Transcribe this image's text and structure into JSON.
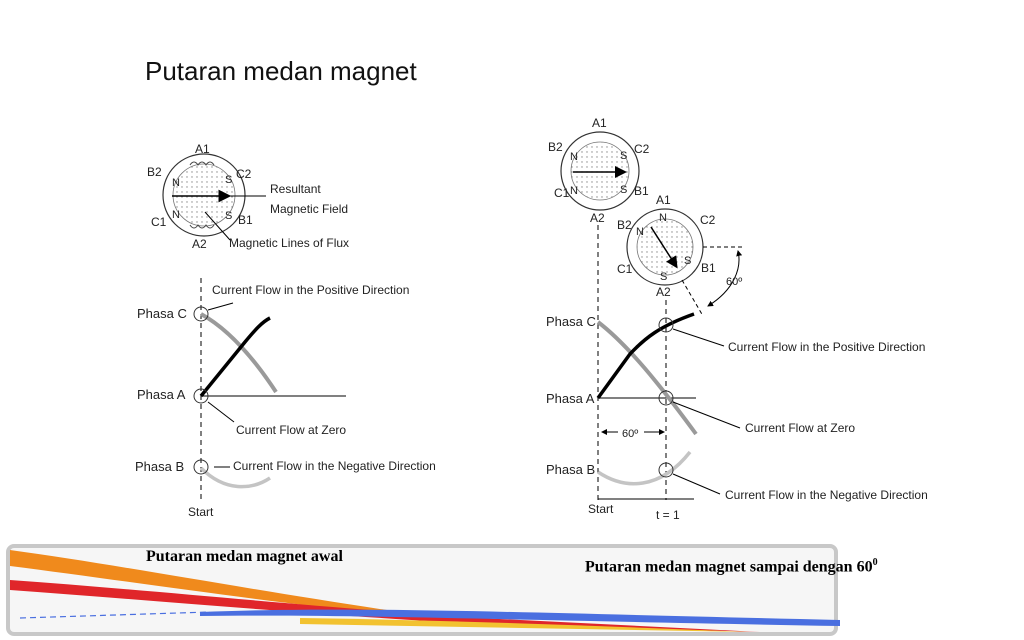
{
  "slide": {
    "title": "Putaran medan magnet",
    "caption_left": "Putaran medan magnet awal",
    "caption_right": "Putaran medan magnet sampai dengan 60",
    "caption_right_sup": "0"
  },
  "left": {
    "stator": {
      "A1": "A1",
      "A2": "A2",
      "B1": "B1",
      "B2": "B2",
      "C1": "C1",
      "C2": "C2",
      "N": "N",
      "S": "S"
    },
    "labels": {
      "resultant_1": "Resultant",
      "resultant_2": "Magnetic Field",
      "flux": "Magnetic Lines of Flux",
      "positive": "Current Flow in the Positive Direction",
      "zero": "Current Flow at Zero",
      "negative": "Current Flow in the Negative Direction",
      "start": "Start",
      "phasa_c": "Phasa C",
      "phasa_a": "Phasa A",
      "phasa_b": "Phasa B"
    }
  },
  "right": {
    "stator": {
      "A1": "A1",
      "A2": "A2",
      "B1": "B1",
      "B2": "B2",
      "C1": "C1",
      "C2": "C2",
      "N": "N",
      "S": "S"
    },
    "labels": {
      "angle": "60º",
      "angle_axis": "60º",
      "positive": "Current Flow in the Positive Direction",
      "zero": "Current Flow at Zero",
      "negative": "Current Flow in the Negative Direction",
      "start": "Start",
      "t1": "t = 1",
      "phasa_c": "Phasa C",
      "phasa_a": "Phasa A",
      "phasa_b": "Phasa B"
    }
  },
  "colors": {
    "orange": "#F08A1C",
    "red": "#E0262A",
    "blue": "#4A6FE0",
    "yellow": "#F2C230",
    "phase_grey": "#9a9a9a"
  }
}
